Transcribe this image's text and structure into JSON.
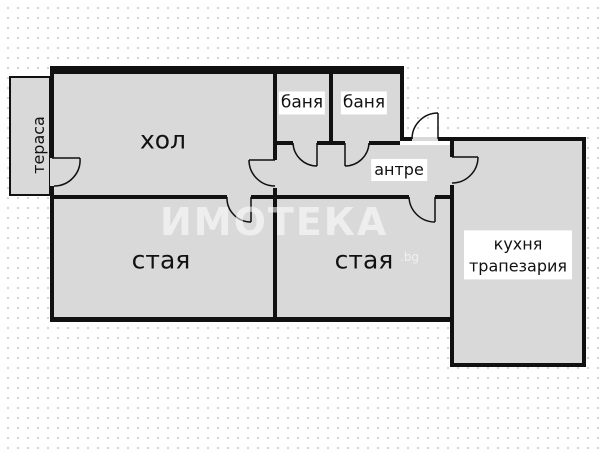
{
  "rooms": {
    "terasa": "тераса",
    "hol": "хол",
    "banya_1": "баня",
    "banya_2": "баня",
    "antre": "антре",
    "staya_1": "стая",
    "staya_2": "стая",
    "kitchen_line_1": "кухня",
    "kitchen_line_2": "трапезария"
  },
  "watermark": {
    "text": "ИМОТЕКА",
    "domain": ".bg"
  },
  "colors": {
    "wall": "#111111",
    "floor": "#d9d9d9",
    "background": "#ffffff"
  }
}
